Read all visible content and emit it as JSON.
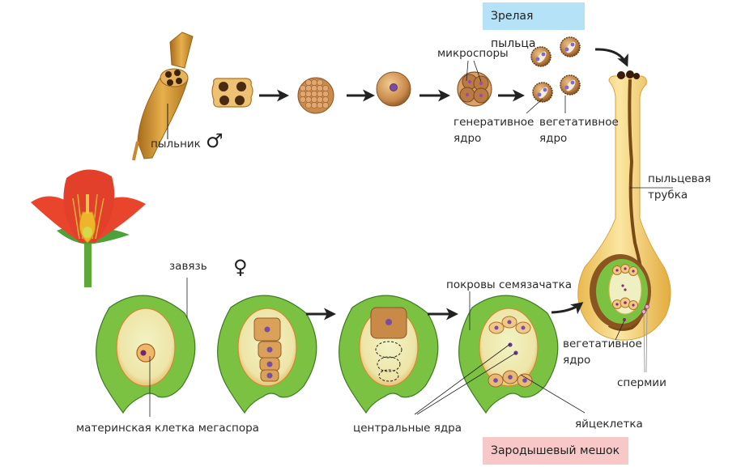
{
  "diagram": {
    "title_badges": {
      "mature_pollen": "Зрелая пыльца",
      "embryo_sac": "Зародышевый мешок"
    },
    "colors": {
      "mature_pollen_badge": "#b5e2f7",
      "embryo_sac_badge": "#f8c8c8",
      "ovule_green": "#7cc242",
      "anther_gold": "#d9a13a",
      "petal_red": "#e8452c",
      "nucleus_purple": "#7b4d9e",
      "pollen_tube": "#f3cf6e"
    },
    "symbols": {
      "male": "♂",
      "female": "♀"
    },
    "male_line": {
      "stages": [
        "anther",
        "anther-cross-section",
        "pollen-mother-cells",
        "single-cell",
        "microspore-tetrad",
        "mature-pollen-grains"
      ],
      "labels": {
        "anther": "пыльник",
        "microspores": "микроспоры",
        "generative_nucleus_1": "генеративное",
        "generative_nucleus_2": "ядро",
        "vegetative_nucleus_1": "вегетативное",
        "vegetative_nucleus_2": "ядро"
      }
    },
    "female_line": {
      "stages": [
        "megaspore-mother-cell",
        "four-megaspores",
        "surviving-megaspore",
        "embryo-sac"
      ],
      "labels": {
        "ovary": "завязь",
        "megaspore_mother_cell": "материнская клетка мегаспора",
        "ovule_integuments": "покровы семязачатка",
        "central_nuclei": "центральные ядра",
        "egg_cell": "яйцеклетка"
      }
    },
    "fertilization": {
      "labels": {
        "pollen_tube_1": "пыльцевая",
        "pollen_tube_2": "трубка",
        "vegetative_nucleus_1": "вегетативное",
        "vegetative_nucleus_2": "ядро",
        "sperm": "спермии"
      }
    }
  }
}
